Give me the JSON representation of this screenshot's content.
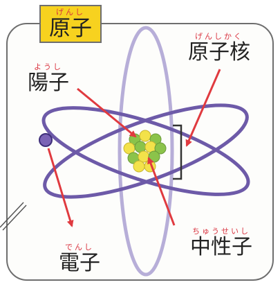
{
  "title": {
    "ruby": "げんし",
    "text": "原子"
  },
  "labels": {
    "nucleus": {
      "ruby": "げんしかく",
      "text": "原子核"
    },
    "proton": {
      "ruby": "ようし",
      "text": "陽子"
    },
    "electron": {
      "ruby": "でんし",
      "text": "電子"
    },
    "neutron": {
      "ruby": "ちゅうせいし",
      "text": "中性子"
    }
  },
  "colors": {
    "orbit": "#6d5aa8",
    "orbit_vertical": "#b7aed8",
    "arrow": "#e03a3f",
    "title_bg": "#f7d21f",
    "proton": "#f3e24a",
    "neutron": "#8bc34a",
    "electron": "#7b63b5"
  }
}
